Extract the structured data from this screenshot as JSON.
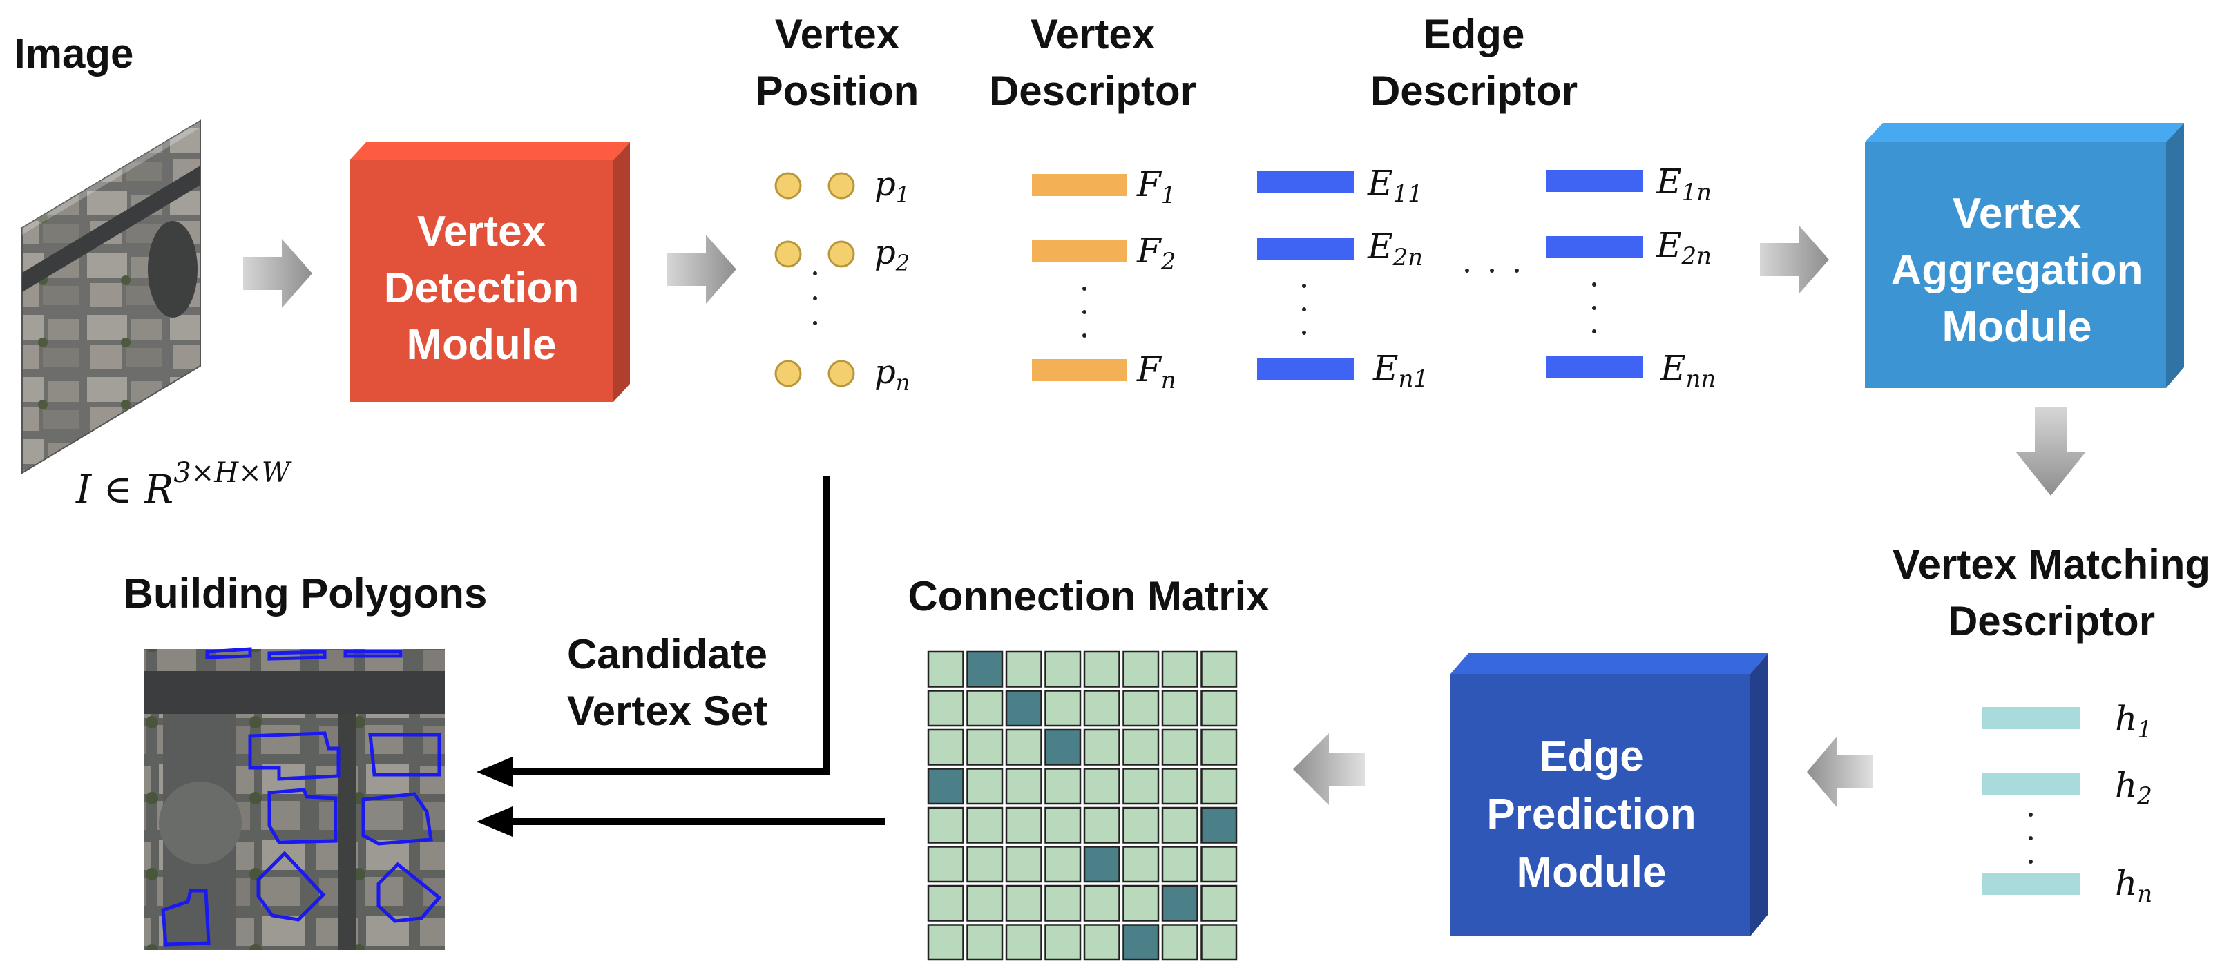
{
  "image_panel": {
    "title": "Image",
    "formula_base": "I ∈ R",
    "formula_sup": "3×H×W"
  },
  "vertex_detection": {
    "line1": "Vertex",
    "line2": "Detection",
    "line3": "Module",
    "color": "#E2523A"
  },
  "vertex_position": {
    "title1": "Vertex",
    "title2": "Position",
    "labels": [
      "p",
      "p",
      "p"
    ],
    "subs": [
      "1",
      "2",
      "n"
    ],
    "color": "#F3CF6E"
  },
  "vertex_descriptor": {
    "title1": "Vertex",
    "title2": "Descriptor",
    "labels": [
      "F",
      "F",
      "F"
    ],
    "subs": [
      "1",
      "2",
      "n"
    ],
    "color": "#F3B054"
  },
  "edge_descriptor": {
    "title1": "Edge",
    "title2": "Descriptor",
    "left": [
      {
        "label": "E",
        "sub": "11"
      },
      {
        "label": "E",
        "sub": "2n"
      },
      {
        "label": "E",
        "sub": "n1"
      }
    ],
    "right": [
      {
        "label": "E",
        "sub": "1n"
      },
      {
        "label": "E",
        "sub": "2n"
      },
      {
        "label": "E",
        "sub": "nn"
      }
    ],
    "color": "#3F63F3"
  },
  "vertex_aggregation": {
    "line1": "Vertex",
    "line2": "Aggregation",
    "line3": "Module",
    "color": "#3D94D3"
  },
  "vertex_matching": {
    "title1": "Vertex Matching",
    "title2": "Descriptor",
    "labels": [
      "h",
      "h",
      "h"
    ],
    "subs": [
      "1",
      "2",
      "n"
    ],
    "color": "#A9DBDD"
  },
  "edge_prediction": {
    "line1": "Edge",
    "line2": "Prediction",
    "line3": "Module",
    "color": "#2E57B8"
  },
  "connection_matrix": {
    "title": "Connection Matrix",
    "size": 8,
    "highlighted": [
      [
        0,
        1
      ],
      [
        1,
        2
      ],
      [
        2,
        3
      ],
      [
        3,
        0
      ],
      [
        4,
        7
      ],
      [
        5,
        4
      ],
      [
        6,
        6
      ],
      [
        7,
        5
      ]
    ],
    "cell_color": "#B9D9BC",
    "highlight_color": "#4B8089"
  },
  "candidate_vertex": {
    "line1": "Candidate",
    "line2": "Vertex Set"
  },
  "building_polygons": {
    "title": "Building Polygons",
    "outline_color": "#1A1AF0"
  }
}
